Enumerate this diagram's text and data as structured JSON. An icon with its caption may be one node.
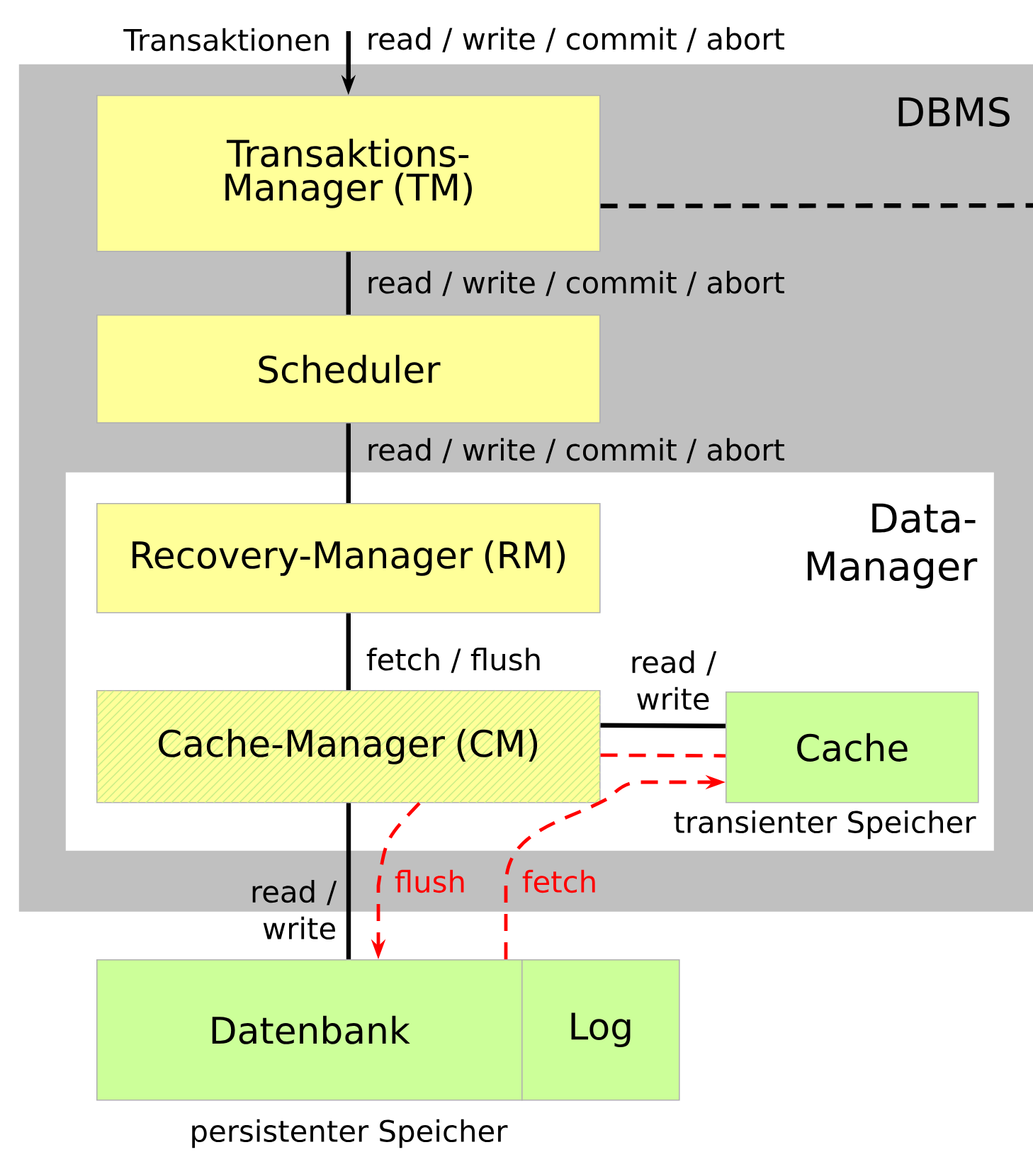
{
  "diagram": {
    "nodes": [
      {
        "text": [
          "DBMS"
        ]
      },
      {
        "text": [
          "Transaktions- Manager (TM)"
        ],
        "in": 0
      },
      {
        "text": [
          "Scheduler"
        ],
        "in": 0
      },
      {
        "text": [
          "Data- Manager"
        ],
        "in": 0
      },
      {
        "text": [
          "Recovery-Manager (RM)"
        ],
        "in": 3
      },
      {
        "text": [
          "Cache-Manager (CM)"
        ],
        "in": 3
      },
      {
        "text": [
          "Cache"
        ],
        "in": 3,
        "beside": [
          "transienter Speicher"
        ]
      },
      {
        "text": [
          "Datenbank"
        ],
        "beside": [
          "persistenter Speicher"
        ]
      },
      {
        "text": [
          "Log"
        ]
      }
    ],
    "edges": [
      {
        "from": null,
        "to": 1,
        "arrow": "to",
        "label": "read / write / commit / abort"
      },
      {
        "from": 1,
        "to": 2,
        "arrow": "none",
        "label": "read / write / commit / abort"
      },
      {
        "from": 2,
        "to": 4,
        "arrow": "none",
        "label": "read / write / commit / abort"
      },
      {
        "from": 4,
        "to": 5,
        "arrow": "none",
        "label": "fetch / flush"
      },
      {
        "from": 5,
        "to": 7,
        "arrow": "none",
        "label": "read / write"
      },
      {
        "from": 5,
        "to": 6,
        "arrow": "none",
        "label": "read / write"
      },
      {
        "from": 5,
        "to": 6,
        "arrow": "none",
        "style": "dashed",
        "color": "#ff0000"
      },
      {
        "from": 5,
        "to": 7,
        "arrow": "to",
        "style": "dashed",
        "color": "#ff0000",
        "label": "flush"
      },
      {
        "from": 7,
        "to": 6,
        "arrow": "to",
        "style": "dashed",
        "color": "#ff0000",
        "label": "fetch"
      },
      {
        "from": 1,
        "to": null,
        "arrow": "none",
        "style": "dashed"
      }
    ],
    "labels": [
      "Transaktionen"
    ]
  }
}
